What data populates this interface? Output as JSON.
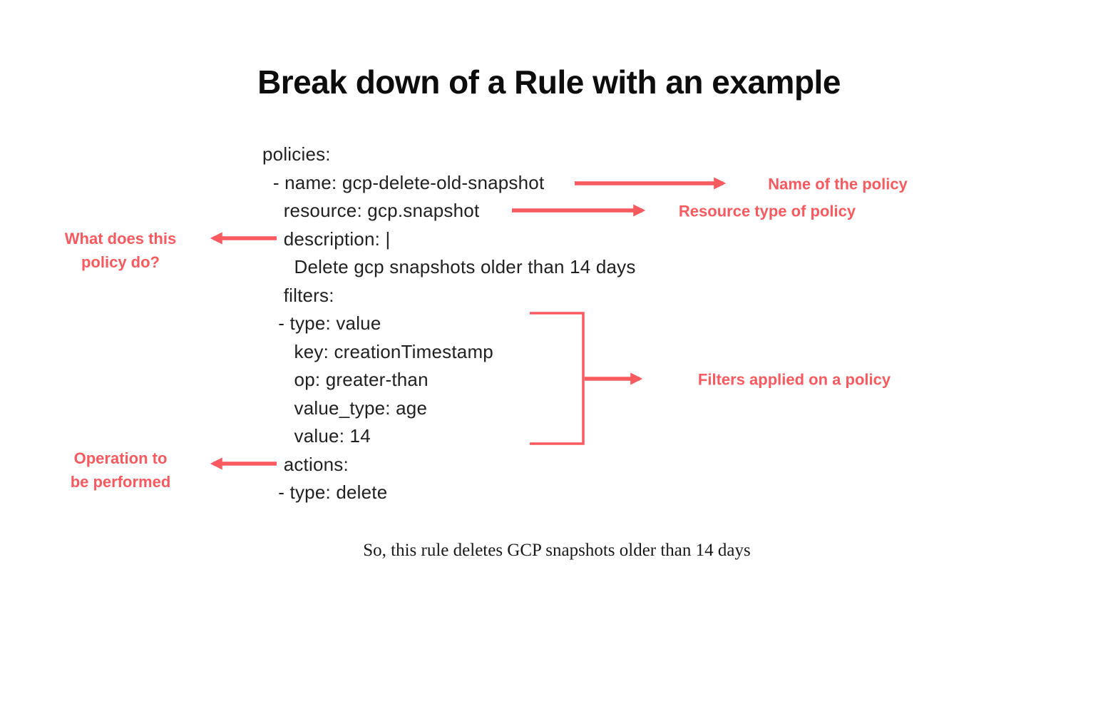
{
  "title": "Break down of a Rule with an example",
  "code": {
    "language": "yaml",
    "lines": [
      "policies:",
      "  - name: gcp-delete-old-snapshot",
      "    resource: gcp.snapshot",
      "    description: |",
      "      Delete gcp snapshots older than 14 days",
      "    filters:",
      "   - type: value",
      "      key: creationTimestamp",
      "      op: greater-than",
      "      value_type: age",
      "      value: 14",
      "    actions:",
      "   - type: delete"
    ]
  },
  "annotations": {
    "name_label": "Name of the policy",
    "resource_label": "Resource type of policy",
    "description_label": "What does this\npolicy do?",
    "filters_label": "Filters applied on a policy",
    "actions_label": "Operation to\nbe performed"
  },
  "caption": "So, this rule deletes GCP snapshots older than 14 days",
  "colors": {
    "accent": "#f85a5f",
    "title_text": "#0d0d0d",
    "code_text": "#212121",
    "background": "#ffffff"
  }
}
